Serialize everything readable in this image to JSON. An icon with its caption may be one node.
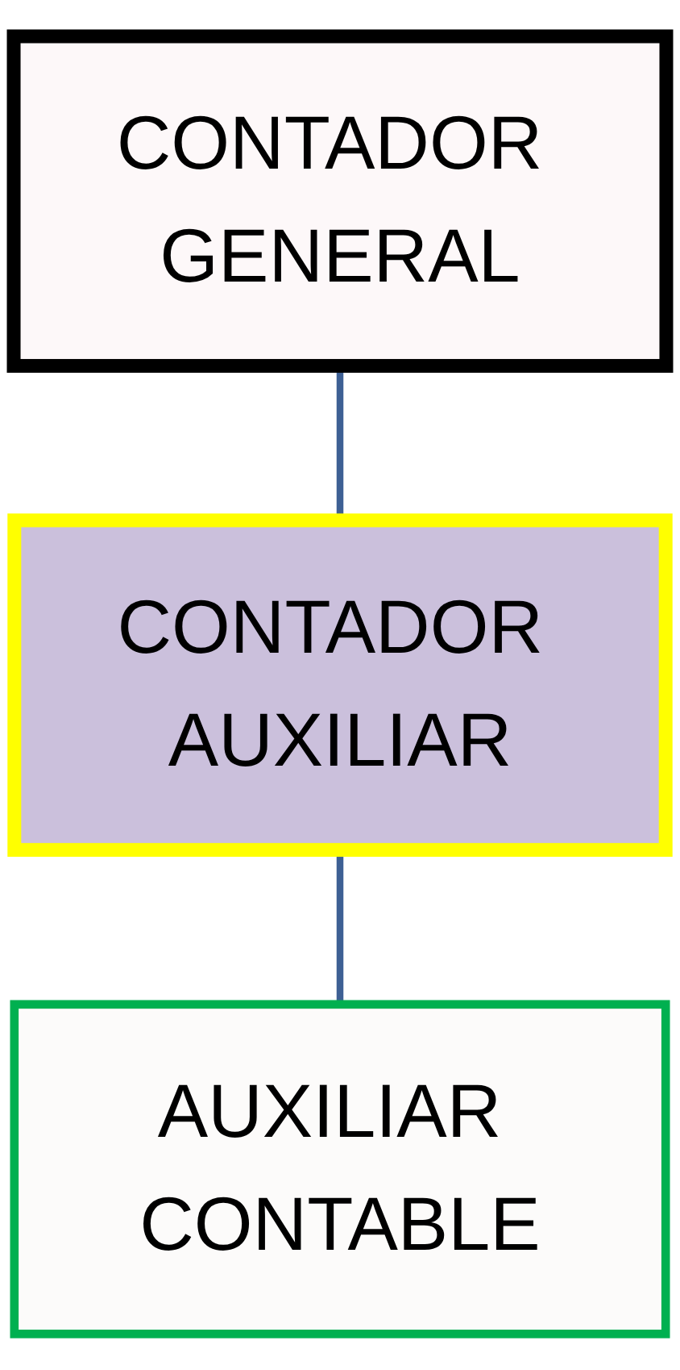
{
  "diagram": {
    "nodes": [
      {
        "text": [
          "CONTADOR GENERAL"
        ]
      },
      {
        "text": [
          "CONTADOR AUXILIAR"
        ]
      },
      {
        "text": [
          "AUXILIAR CONTABLE"
        ]
      }
    ],
    "edges": [
      {
        "from": 0,
        "to": 1,
        "arrow": "none"
      },
      {
        "from": 1,
        "to": 2,
        "arrow": "none"
      }
    ]
  }
}
